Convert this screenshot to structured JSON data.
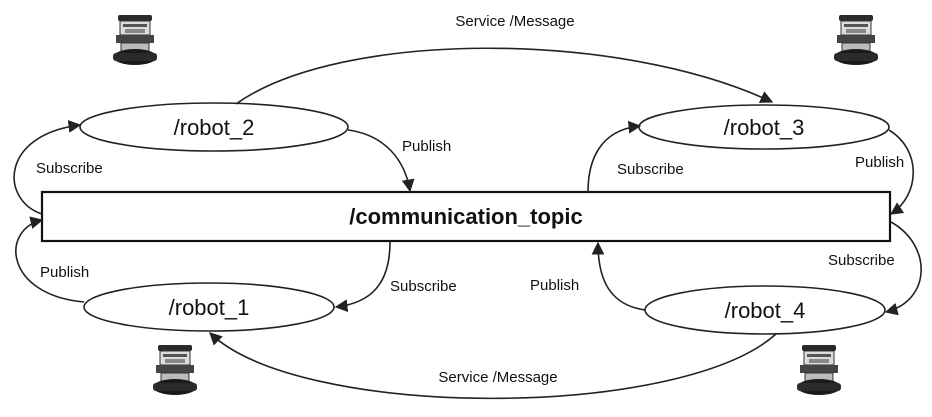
{
  "topic": {
    "label": "/communication_topic"
  },
  "robots": {
    "r1": {
      "label": "/robot_1"
    },
    "r2": {
      "label": "/robot_2"
    },
    "r3": {
      "label": "/robot_3"
    },
    "r4": {
      "label": "/robot_4"
    }
  },
  "edges": {
    "service_top": "Service /Message",
    "service_bottom": "Service /Message",
    "r2_publish": "Publish",
    "r2_subscribe": "Subscribe",
    "r1_publish": "Publish",
    "r1_subscribe": "Subscribe",
    "r3_subscribe": "Subscribe",
    "r3_publish": "Publish",
    "r4_subscribe": "Subscribe",
    "r4_publish": "Publish"
  }
}
